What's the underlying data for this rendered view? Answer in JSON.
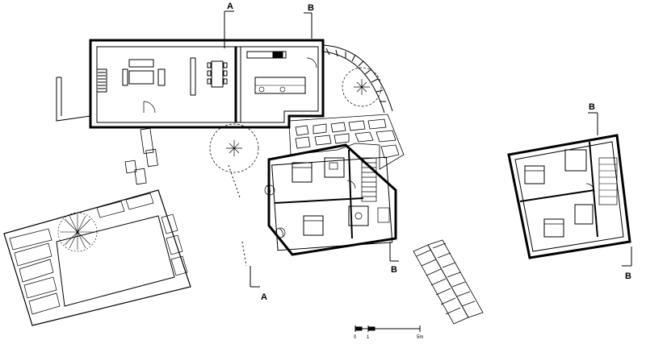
{
  "sections": {
    "a_top": "A",
    "a_bottom": "A",
    "b_top": "B",
    "b_bottom": "B",
    "b_right_top": "B",
    "b_right_bottom": "B"
  },
  "scale_bar": {
    "t0": "0",
    "t1": "1",
    "t5": "5m"
  }
}
